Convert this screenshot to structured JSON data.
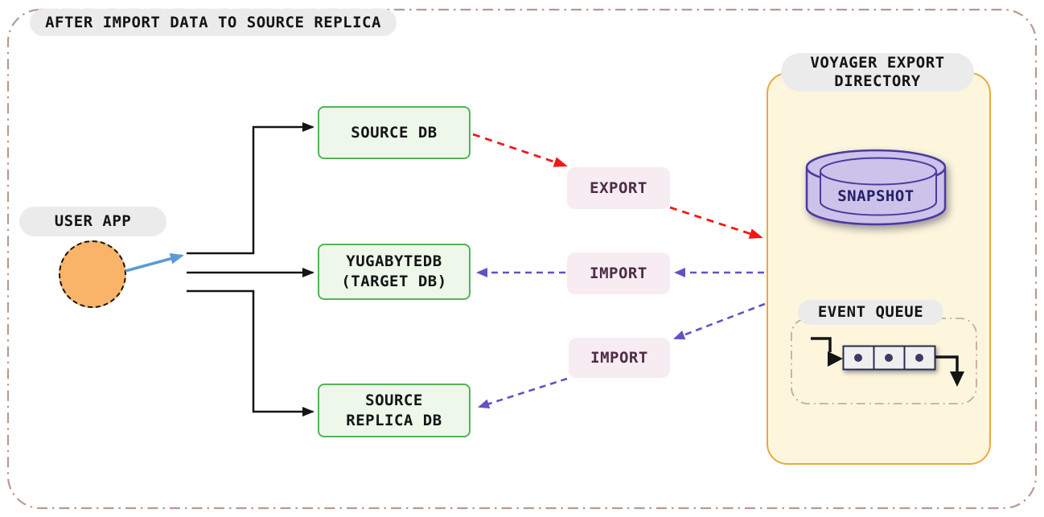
{
  "diagram": {
    "title": "AFTER IMPORT DATA TO SOURCE REPLICA",
    "user_app": {
      "label": "USER APP"
    },
    "nodes": {
      "source_db": {
        "label": "SOURCE DB"
      },
      "target_db": {
        "line1": "YUGABYTEDB",
        "line2": "(TARGET DB)"
      },
      "source_replica": {
        "line1": "SOURCE",
        "line2": "REPLICA DB"
      }
    },
    "ops": {
      "export": {
        "label": "EXPORT"
      },
      "import_target": {
        "label": "IMPORT"
      },
      "import_replica": {
        "label": "IMPORT"
      }
    },
    "voyager": {
      "title_line1": "VOYAGER EXPORT",
      "title_line2": "DIRECTORY",
      "snapshot": {
        "label": "SNAPSHOT"
      },
      "event_queue": {
        "label": "EVENT QUEUE",
        "cells": 3
      }
    },
    "flows": [
      {
        "from": "user-app",
        "to": "database-fork",
        "style": "solid-blue"
      },
      {
        "from": "fork",
        "to": "source-db",
        "style": "solid-black"
      },
      {
        "from": "fork",
        "to": "target-db",
        "style": "solid-black"
      },
      {
        "from": "fork",
        "to": "source-replica-db",
        "style": "solid-black"
      },
      {
        "from": "source-db",
        "via": "export",
        "to": "voyager-export-directory",
        "style": "dashed-red"
      },
      {
        "from": "voyager-export-directory",
        "via": "import",
        "to": "target-db",
        "style": "dashed-purple"
      },
      {
        "from": "voyager-export-directory",
        "via": "import",
        "to": "source-replica-db",
        "style": "dashed-purple"
      }
    ],
    "colors": {
      "frame_border": "#b89a8f",
      "label_pill_bg": "#ebebeb",
      "db_box_fill": "#edf7ea",
      "db_box_border": "#56b356",
      "user_app_circle": "#f9b469",
      "user_arrow_blue": "#5b9bd5",
      "black_line": "#141414",
      "export_arrow_red": "#f01818",
      "import_arrow_purple": "#6452c2",
      "op_box_fill": "#f6ecf2",
      "op_text": "#4e2b45",
      "voyager_panel_fill": "#fdf6dc",
      "voyager_panel_border": "#e9a93b",
      "snapshot_fill": "#cdc2e9",
      "snapshot_border": "#4b3aa0",
      "snapshot_text": "#232066",
      "queue_dashed_border": "#c9a8a0",
      "queue_cell_fill": "#efefef",
      "queue_cell_border": "#2b2b52"
    }
  }
}
